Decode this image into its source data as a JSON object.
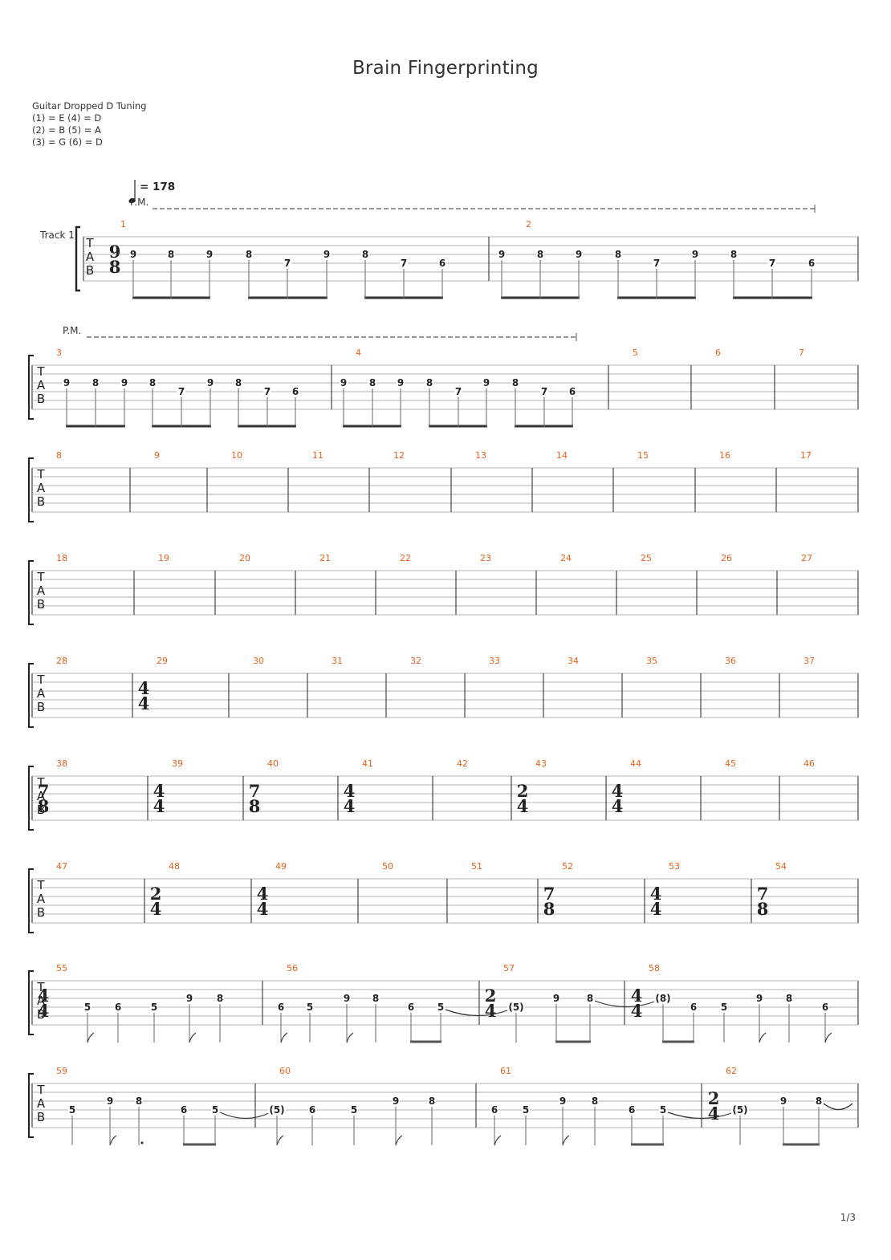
{
  "title": "Brain Fingerprinting",
  "tuning": {
    "name": "Guitar Dropped D Tuning",
    "lines": [
      "(1) = E  (4) = D",
      "(2) = B  (5) = A",
      "(3) = G  (6) = D"
    ]
  },
  "tempo": {
    "prefix": "= ",
    "bpm": "178"
  },
  "track_label": "Track 1",
  "palm_mute_label": "P.M.",
  "tab_letters": [
    "T",
    "A",
    "B"
  ],
  "page_indicator": "1/3",
  "systems": [
    {
      "palm_mute": true,
      "measures": [
        {
          "n": "1",
          "ts": [
            "9",
            "8"
          ],
          "notes": [
            {
              "f": "9",
              "s": 2
            },
            {
              "f": "8",
              "s": 2
            },
            {
              "f": "9",
              "s": 2
            },
            {
              "f": "8",
              "s": 2
            },
            {
              "f": "7",
              "s": 3
            },
            {
              "f": "9",
              "s": 2
            },
            {
              "f": "8",
              "s": 2
            },
            {
              "f": "7",
              "s": 3
            },
            {
              "f": "6",
              "s": 3
            }
          ]
        },
        {
          "n": "2",
          "notes": [
            {
              "f": "9",
              "s": 2
            },
            {
              "f": "8",
              "s": 2
            },
            {
              "f": "9",
              "s": 2
            },
            {
              "f": "8",
              "s": 2
            },
            {
              "f": "7",
              "s": 3
            },
            {
              "f": "9",
              "s": 2
            },
            {
              "f": "8",
              "s": 2
            },
            {
              "f": "7",
              "s": 3
            },
            {
              "f": "6",
              "s": 3
            }
          ]
        }
      ]
    },
    {
      "palm_mute": true,
      "measures": [
        {
          "n": "3",
          "notes": [
            {
              "f": "9",
              "s": 2
            },
            {
              "f": "8",
              "s": 2
            },
            {
              "f": "9",
              "s": 2
            },
            {
              "f": "8",
              "s": 2
            },
            {
              "f": "7",
              "s": 3
            },
            {
              "f": "9",
              "s": 2
            },
            {
              "f": "8",
              "s": 2
            },
            {
              "f": "7",
              "s": 3
            },
            {
              "f": "6",
              "s": 3
            }
          ]
        },
        {
          "n": "4",
          "notes": [
            {
              "f": "9",
              "s": 2
            },
            {
              "f": "8",
              "s": 2
            },
            {
              "f": "9",
              "s": 2
            },
            {
              "f": "8",
              "s": 2
            },
            {
              "f": "7",
              "s": 3
            },
            {
              "f": "9",
              "s": 2
            },
            {
              "f": "8",
              "s": 2
            },
            {
              "f": "7",
              "s": 3
            },
            {
              "f": "6",
              "s": 3
            }
          ]
        },
        {
          "n": "5"
        },
        {
          "n": "6"
        },
        {
          "n": "7"
        }
      ]
    },
    {
      "measures": [
        {
          "n": "8"
        },
        {
          "n": "9"
        },
        {
          "n": "10"
        },
        {
          "n": "11"
        },
        {
          "n": "12"
        },
        {
          "n": "13"
        },
        {
          "n": "14"
        },
        {
          "n": "15"
        },
        {
          "n": "16"
        },
        {
          "n": "17"
        }
      ]
    },
    {
      "measures": [
        {
          "n": "18"
        },
        {
          "n": "19"
        },
        {
          "n": "20"
        },
        {
          "n": "21"
        },
        {
          "n": "22"
        },
        {
          "n": "23"
        },
        {
          "n": "24"
        },
        {
          "n": "25"
        },
        {
          "n": "26"
        },
        {
          "n": "27"
        }
      ]
    },
    {
      "measures": [
        {
          "n": "28"
        },
        {
          "n": "29",
          "ts": [
            "4",
            "4"
          ]
        },
        {
          "n": "30"
        },
        {
          "n": "31"
        },
        {
          "n": "32"
        },
        {
          "n": "33"
        },
        {
          "n": "34"
        },
        {
          "n": "35"
        },
        {
          "n": "36"
        },
        {
          "n": "37"
        }
      ]
    },
    {
      "measures": [
        {
          "n": "38",
          "ts": [
            "7",
            "8"
          ]
        },
        {
          "n": "39",
          "ts": [
            "4",
            "4"
          ]
        },
        {
          "n": "40",
          "ts": [
            "7",
            "8"
          ]
        },
        {
          "n": "41",
          "ts": [
            "4",
            "4"
          ]
        },
        {
          "n": "42"
        },
        {
          "n": "43",
          "ts": [
            "2",
            "4"
          ]
        },
        {
          "n": "44",
          "ts": [
            "4",
            "4"
          ]
        },
        {
          "n": "45"
        },
        {
          "n": "46"
        }
      ]
    },
    {
      "measures": [
        {
          "n": "47"
        },
        {
          "n": "48",
          "ts": [
            "2",
            "4"
          ]
        },
        {
          "n": "49",
          "ts": [
            "4",
            "4"
          ]
        },
        {
          "n": "50"
        },
        {
          "n": "51"
        },
        {
          "n": "52",
          "ts": [
            "7",
            "8"
          ]
        },
        {
          "n": "53",
          "ts": [
            "4",
            "4"
          ]
        },
        {
          "n": "54",
          "ts": [
            "7",
            "8"
          ]
        }
      ]
    },
    {
      "measures": [
        {
          "n": "55",
          "ts": [
            "4",
            "4"
          ],
          "notes": [
            {
              "f": "5",
              "s": 3,
              "flag": true
            },
            {
              "f": "6",
              "s": 3
            },
            {
              "f": "5",
              "s": 3
            },
            {
              "f": "9",
              "s": 2,
              "flag": true
            },
            {
              "f": "8",
              "s": 2
            }
          ]
        },
        {
          "n": "56",
          "notes": [
            {
              "f": "6",
              "s": 3,
              "flag": true
            },
            {
              "f": "5",
              "s": 3
            },
            {
              "f": "9",
              "s": 2,
              "flag": true
            },
            {
              "f": "8",
              "s": 2
            },
            {
              "f": "6",
              "s": 3,
              "beam": "a"
            },
            {
              "f": "5",
              "s": 3,
              "beam": "a",
              "tie": true
            }
          ]
        },
        {
          "n": "57",
          "ts": [
            "2",
            "4"
          ],
          "notes": [
            {
              "f": "(5)",
              "s": 3
            },
            {
              "f": "9",
              "s": 2,
              "beam": "a"
            },
            {
              "f": "8",
              "s": 2,
              "beam": "a",
              "tie": true
            }
          ]
        },
        {
          "n": "58",
          "ts": [
            "4",
            "4"
          ],
          "notes": [
            {
              "f": "(8)",
              "s": 2,
              "beam": "a"
            },
            {
              "f": "6",
              "s": 3,
              "beam": "a"
            },
            {
              "f": "5",
              "s": 3
            },
            {
              "f": "9",
              "s": 2,
              "flag": true
            },
            {
              "f": "8",
              "s": 2
            },
            {
              "f": "6",
              "s": 3,
              "flag": true
            }
          ]
        }
      ]
    },
    {
      "measures": [
        {
          "n": "59",
          "notes": [
            {
              "f": "5",
              "s": 3
            },
            {
              "f": "9",
              "s": 2,
              "flag": true
            },
            {
              "f": "8",
              "s": 2,
              "dot": true
            },
            {
              "f": "6",
              "s": 3,
              "beam": "a"
            },
            {
              "f": "5",
              "s": 3,
              "beam": "a",
              "tie": true
            }
          ]
        },
        {
          "n": "60",
          "notes": [
            {
              "f": "(5)",
              "s": 3,
              "flag": true
            },
            {
              "f": "6",
              "s": 3
            },
            {
              "f": "5",
              "s": 3
            },
            {
              "f": "9",
              "s": 2,
              "flag": true
            },
            {
              "f": "8",
              "s": 2
            }
          ]
        },
        {
          "n": "61",
          "notes": [
            {
              "f": "6",
              "s": 3,
              "flag": true
            },
            {
              "f": "5",
              "s": 3
            },
            {
              "f": "9",
              "s": 2,
              "flag": true
            },
            {
              "f": "8",
              "s": 2
            },
            {
              "f": "6",
              "s": 3,
              "beam": "a"
            },
            {
              "f": "5",
              "s": 3,
              "beam": "a",
              "tie": true
            }
          ]
        },
        {
          "n": "62",
          "ts": [
            "2",
            "4"
          ],
          "notes": [
            {
              "f": "(5)",
              "s": 3
            },
            {
              "f": "9",
              "s": 2,
              "beam": "a"
            },
            {
              "f": "8",
              "s": 2,
              "beam": "a",
              "tie": true
            }
          ]
        }
      ]
    }
  ]
}
